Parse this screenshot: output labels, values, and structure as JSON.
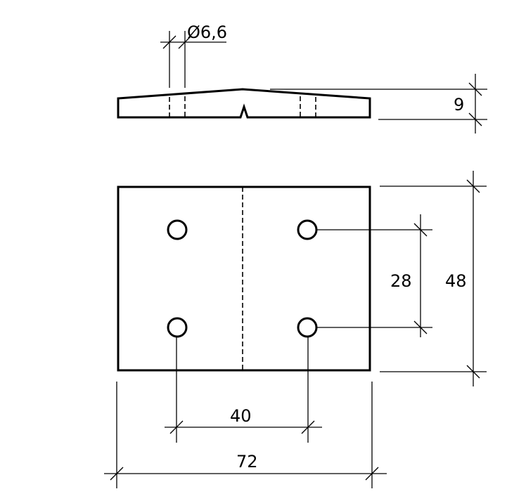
{
  "dimensions": {
    "hole_diameter": "Ø6,6",
    "thickness": "9",
    "hole_pitch_vertical": "28",
    "height": "48",
    "hole_pitch_horizontal": "40",
    "width": "72"
  }
}
